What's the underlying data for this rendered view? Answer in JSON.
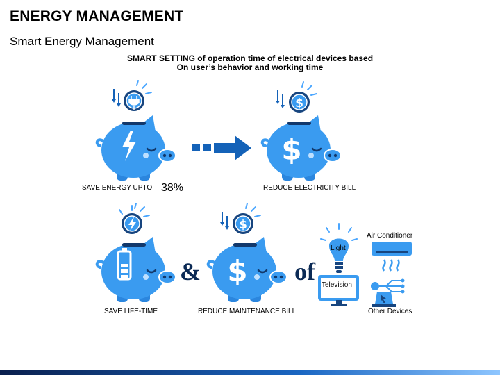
{
  "header": {
    "title": "ENERGY MANAGEMENT",
    "subtitle": "Smart Energy Management"
  },
  "headline": {
    "line1": "SMART SETTING of operation time of electrical devices based",
    "line2": "On user’s behavior and working time"
  },
  "items": {
    "save_energy": {
      "label": "SAVE ENERGY UPTO",
      "value": "38%"
    },
    "reduce_electricity": {
      "label": "REDUCE ELECTRICITY BILL"
    },
    "save_lifetime": {
      "label": "SAVE LIFE-TIME"
    },
    "reduce_maintenance": {
      "label": "REDUCE MAINTENANCE BILL"
    }
  },
  "connectors": {
    "and": "&",
    "of": "of"
  },
  "devices": {
    "light": "Light",
    "air_conditioner": "Air Conditioner",
    "television": "Television",
    "other": "Other Devices"
  },
  "colors": {
    "pig_fill": "#3a9bf0",
    "pig_dark": "#1462b8",
    "coin_dark": "#17457f",
    "accent": "#0f6fd1"
  }
}
